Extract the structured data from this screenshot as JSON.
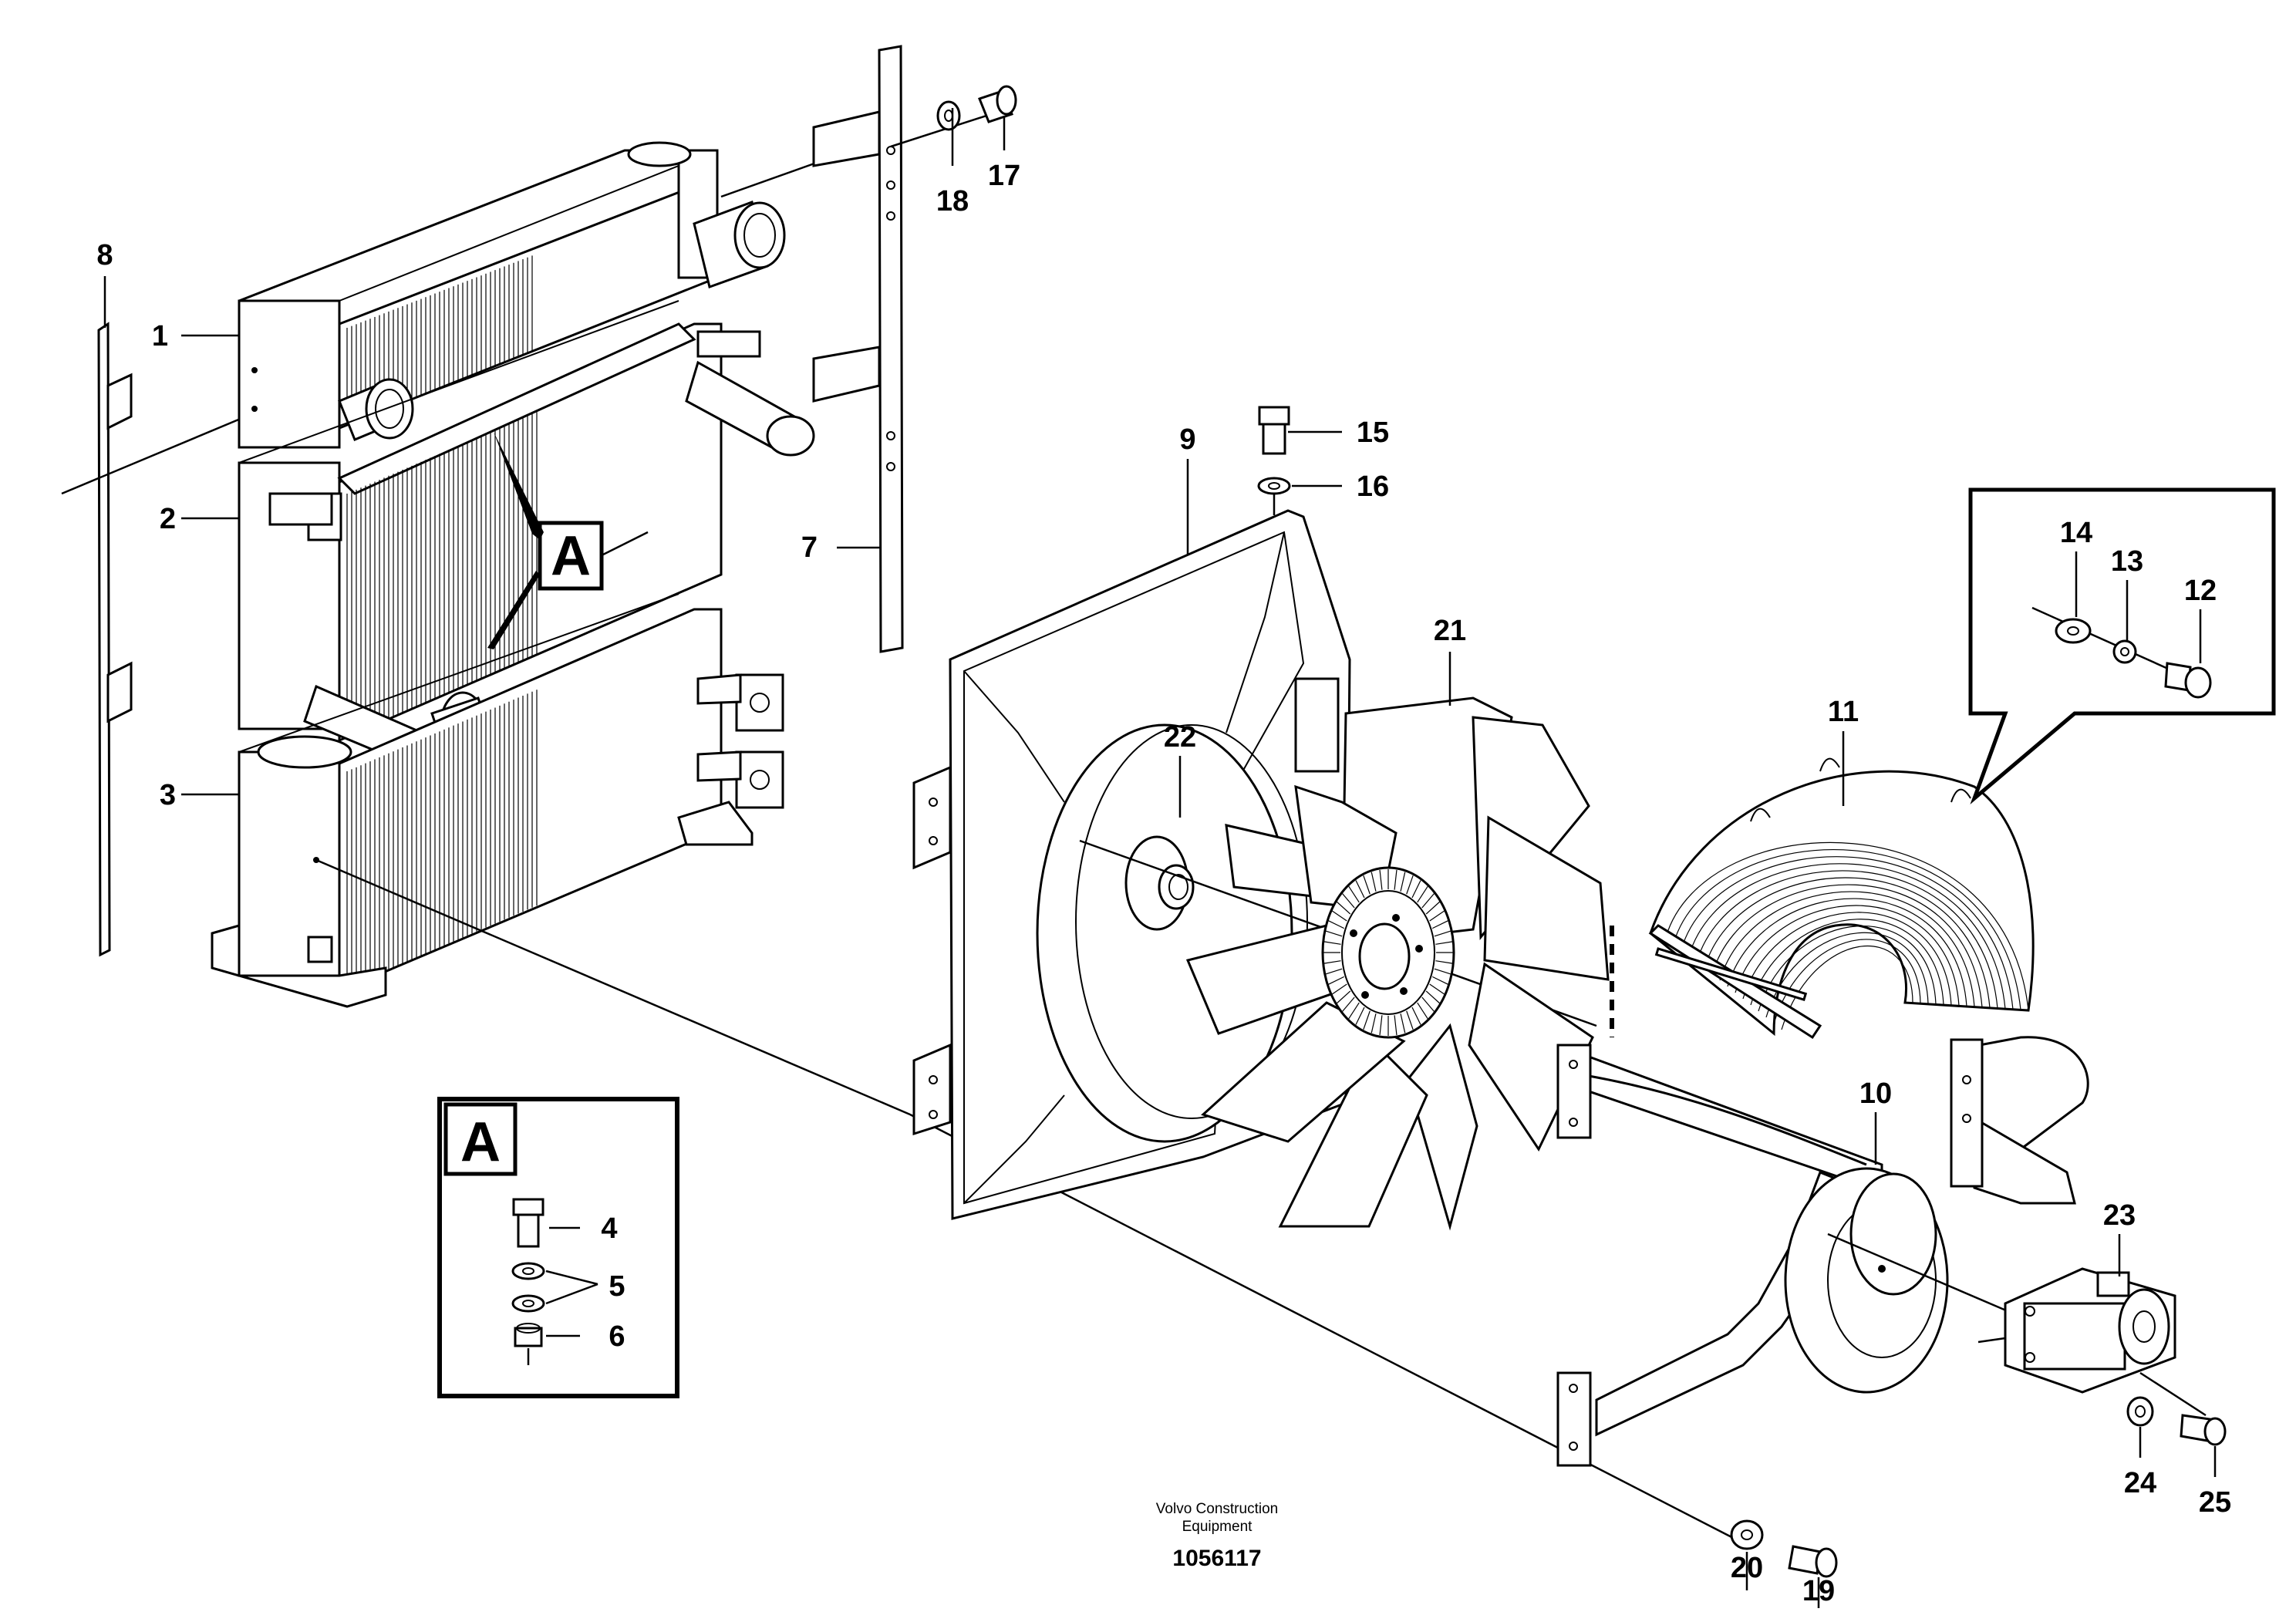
{
  "callouts": {
    "c1": "1",
    "c2": "2",
    "c3": "3",
    "c4": "4",
    "c5": "5",
    "c6": "6",
    "c7": "7",
    "c8": "8",
    "c9": "9",
    "c10": "10",
    "c11": "11",
    "c12": "12",
    "c13": "13",
    "c14": "14",
    "c15": "15",
    "c16": "16",
    "c17": "17",
    "c18": "18",
    "c19": "19",
    "c20": "20",
    "c21": "21",
    "c22": "22",
    "c23": "23",
    "c24": "24",
    "c25": "25"
  },
  "detail_marker": "A",
  "detail_box_label": "A",
  "footer": {
    "company_line1": "Volvo Construction",
    "company_line2": "Equipment",
    "drawing_number": "1056117"
  }
}
